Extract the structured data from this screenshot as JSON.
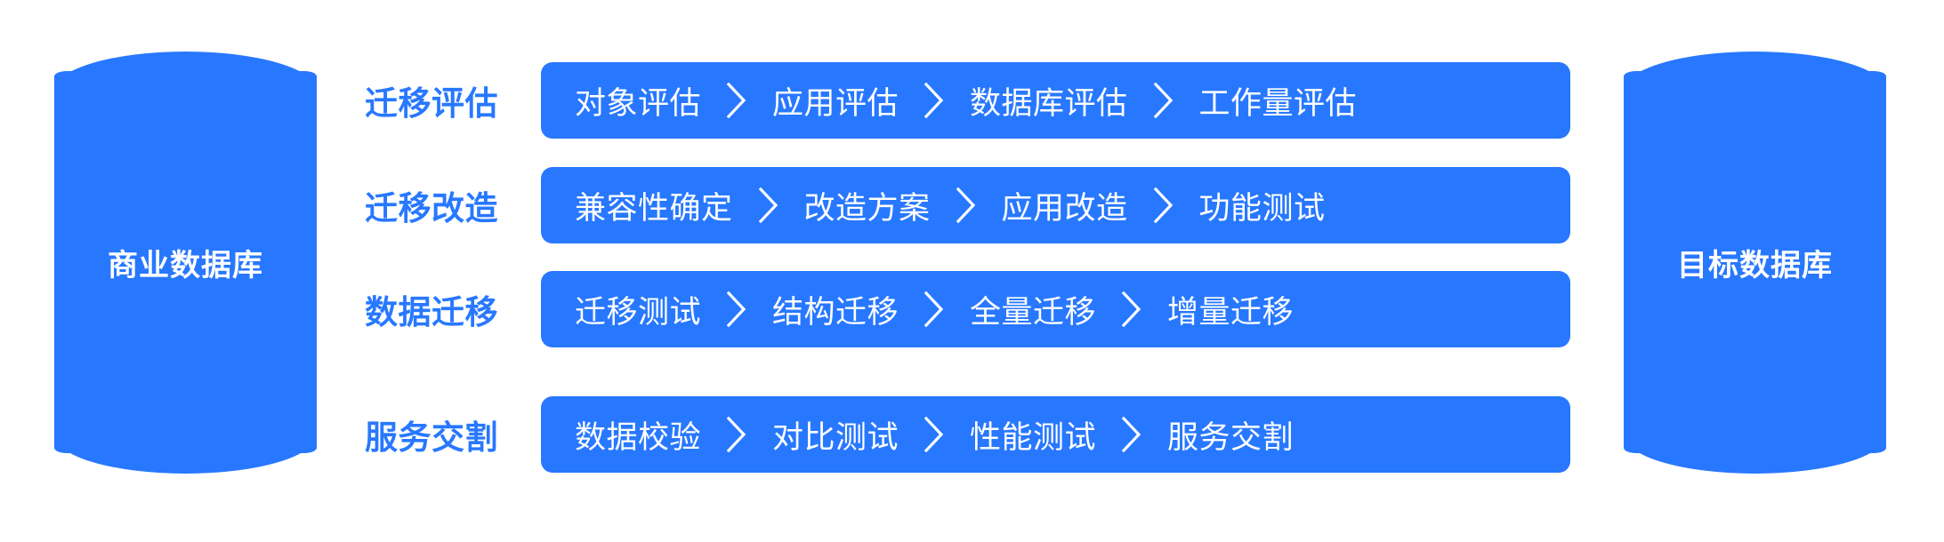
{
  "theme": {
    "brand_blue": "#2878ff",
    "text_on_brand": "#ffffff",
    "background": "#ffffff"
  },
  "source_database": {
    "label": "商业数据库",
    "shape": "cylinder"
  },
  "target_database": {
    "label": "目标数据库",
    "shape": "cylinder"
  },
  "separator_icon": "chevron-right-icon",
  "phases": [
    {
      "label": "迁移评估",
      "steps": [
        "对象评估",
        "应用评估",
        "数据库评估",
        "工作量评估"
      ]
    },
    {
      "label": "迁移改造",
      "steps": [
        "兼容性确定",
        "改造方案",
        "应用改造",
        "功能测试"
      ]
    },
    {
      "label": "数据迁移",
      "steps": [
        "迁移测试",
        "结构迁移",
        "全量迁移",
        "增量迁移"
      ]
    },
    {
      "label": "服务交割",
      "steps": [
        "数据校验",
        "对比测试",
        "性能测试",
        "服务交割"
      ]
    }
  ]
}
